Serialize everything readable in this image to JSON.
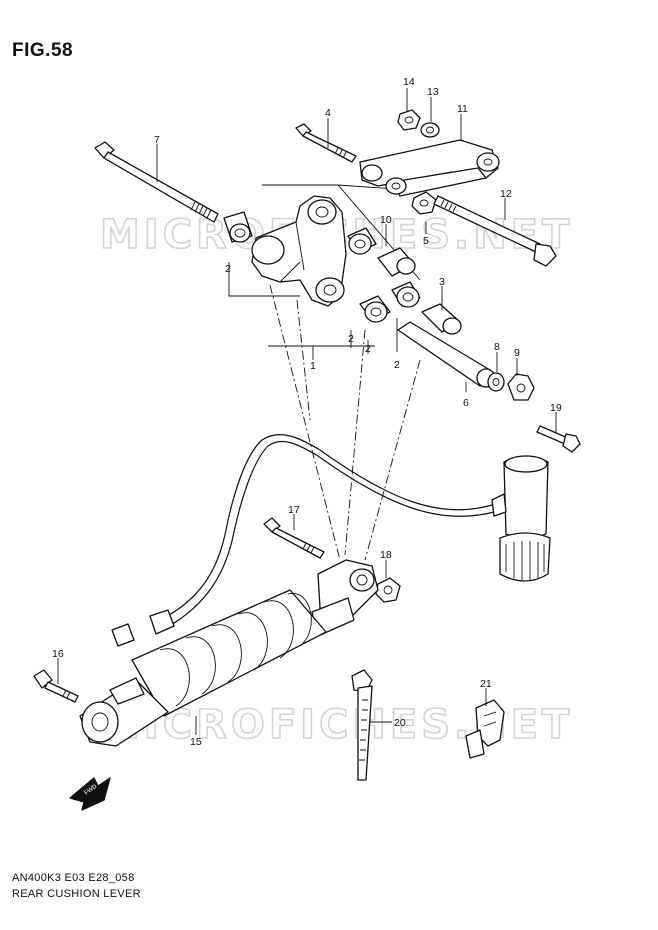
{
  "figure": {
    "title": "FIG.58",
    "diagram_code": "AN400K3 E03 E28_058",
    "caption": "REAR CUSHION LEVER"
  },
  "watermark": {
    "text_upper": "MICROFICHES.NET",
    "text_lower": "MICROFICHES.NET"
  },
  "fwd_marker": {
    "label": "FWD"
  },
  "callouts": [
    {
      "id": "c14",
      "label": "14"
    },
    {
      "id": "c13",
      "label": "13"
    },
    {
      "id": "c11",
      "label": "11"
    },
    {
      "id": "c4",
      "label": "4"
    },
    {
      "id": "c7",
      "label": "7"
    },
    {
      "id": "c12",
      "label": "12"
    },
    {
      "id": "c10",
      "label": "10"
    },
    {
      "id": "c5",
      "label": "5"
    },
    {
      "id": "c2a",
      "label": "2"
    },
    {
      "id": "c3",
      "label": "3"
    },
    {
      "id": "c1",
      "label": "1"
    },
    {
      "id": "c2b",
      "label": "2"
    },
    {
      "id": "c2c",
      "label": "2"
    },
    {
      "id": "c2d",
      "label": "2"
    },
    {
      "id": "c8",
      "label": "8"
    },
    {
      "id": "c9",
      "label": "9"
    },
    {
      "id": "c6",
      "label": "6"
    },
    {
      "id": "c19",
      "label": "19"
    },
    {
      "id": "c17",
      "label": "17"
    },
    {
      "id": "c18",
      "label": "18"
    },
    {
      "id": "c16",
      "label": "16"
    },
    {
      "id": "c21",
      "label": "21"
    },
    {
      "id": "c20",
      "label": "20"
    },
    {
      "id": "c15",
      "label": "15"
    }
  ]
}
